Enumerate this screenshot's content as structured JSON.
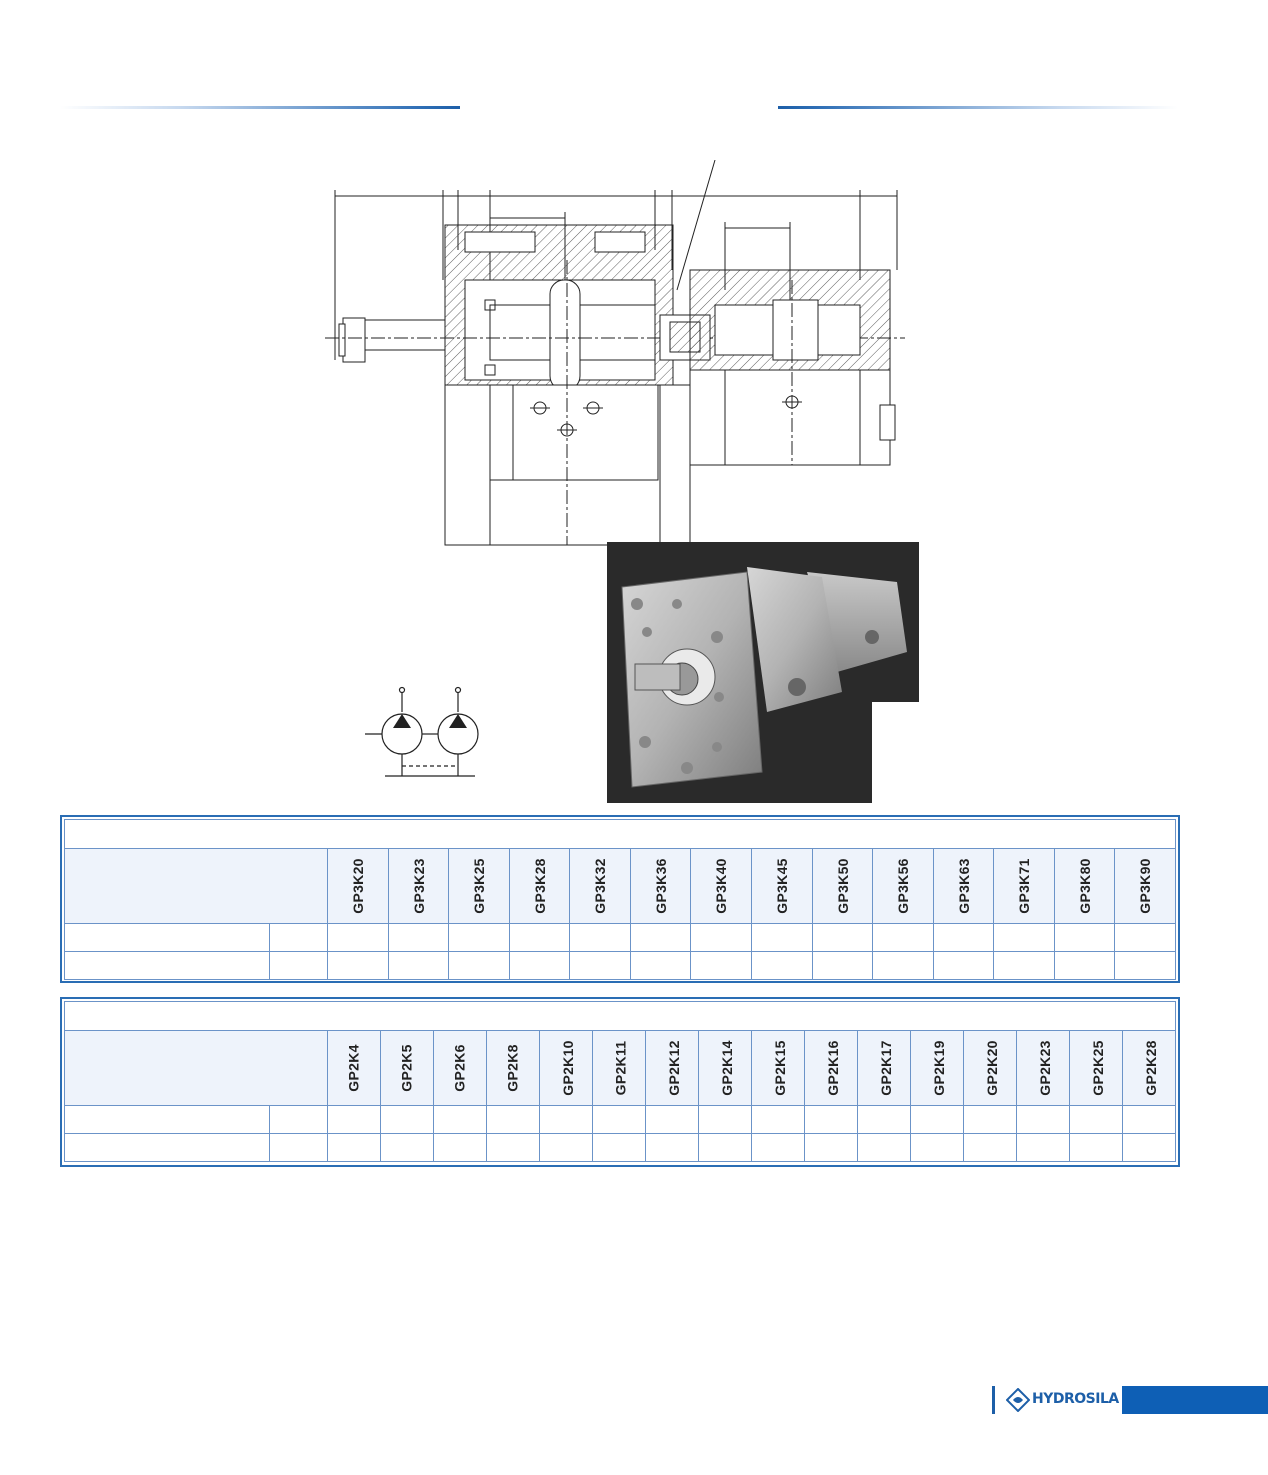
{
  "brand": {
    "name": "HYDROSILA",
    "accent": "#1d5fa8",
    "block_color": "#0e5fb5"
  },
  "gp3_table": {
    "models": [
      "GP3K20",
      "GP3K23",
      "GP3K25",
      "GP3K28",
      "GP3K32",
      "GP3K36",
      "GP3K40",
      "GP3K45",
      "GP3K50",
      "GP3K56",
      "GP3K63",
      "GP3K71",
      "GP3K80",
      "GP3K90"
    ],
    "data_rows": 2
  },
  "gp2_table": {
    "models": [
      "GP2K4",
      "GP2K5",
      "GP2K6",
      "GP2K8",
      "GP2K10",
      "GP2K11",
      "GP2K12",
      "GP2K14",
      "GP2K15",
      "GP2K16",
      "GP2K17",
      "GP2K19",
      "GP2K20",
      "GP2K23",
      "GP2K25",
      "GP2K28"
    ],
    "data_rows": 2
  },
  "icons": [
    "tandem-pump-section-drawing",
    "gear-pump-photo",
    "double-pump-hydraulic-symbol",
    "hydrosila-logo-icon"
  ]
}
